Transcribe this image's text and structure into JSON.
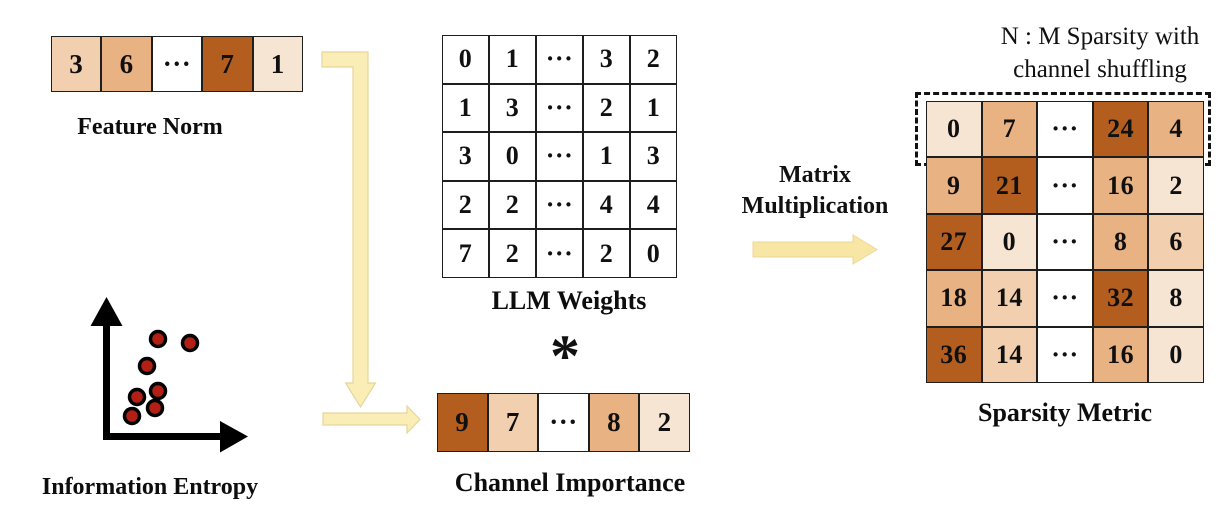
{
  "palette": {
    "dark": "#b35e1f",
    "medium": "#e9b283",
    "light": "#f2cfae",
    "xlight": "#f7e5d3",
    "white": "#ffffff",
    "arrow_yellow": "#faedb5",
    "arrow_yellow_deep": "#f8e6a4",
    "axis_black": "#000000",
    "dot_red": "#b22015",
    "border_black": "#1e1e1e"
  },
  "feature_norm": {
    "label": "Feature Norm",
    "cells": [
      [
        {
          "v": "3",
          "s": "light"
        },
        {
          "v": "6",
          "s": "medium"
        },
        {
          "v": "···",
          "s": "white"
        },
        {
          "v": "7",
          "s": "dark"
        },
        {
          "v": "1",
          "s": "xlight"
        }
      ]
    ]
  },
  "information_entropy": {
    "label": "Information Entropy",
    "points": 7
  },
  "llm_weights": {
    "label": "LLM Weights",
    "cells": [
      [
        {
          "v": "0",
          "s": "white"
        },
        {
          "v": "1",
          "s": "white"
        },
        {
          "v": "···",
          "s": "white"
        },
        {
          "v": "3",
          "s": "white"
        },
        {
          "v": "2",
          "s": "white"
        }
      ],
      [
        {
          "v": "1",
          "s": "white"
        },
        {
          "v": "3",
          "s": "white"
        },
        {
          "v": "···",
          "s": "white"
        },
        {
          "v": "2",
          "s": "white"
        },
        {
          "v": "1",
          "s": "white"
        }
      ],
      [
        {
          "v": "3",
          "s": "white"
        },
        {
          "v": "0",
          "s": "white"
        },
        {
          "v": "···",
          "s": "white"
        },
        {
          "v": "1",
          "s": "white"
        },
        {
          "v": "3",
          "s": "white"
        }
      ],
      [
        {
          "v": "2",
          "s": "white"
        },
        {
          "v": "2",
          "s": "white"
        },
        {
          "v": "···",
          "s": "white"
        },
        {
          "v": "4",
          "s": "white"
        },
        {
          "v": "4",
          "s": "white"
        }
      ],
      [
        {
          "v": "7",
          "s": "white"
        },
        {
          "v": "2",
          "s": "white"
        },
        {
          "v": "···",
          "s": "white"
        },
        {
          "v": "2",
          "s": "white"
        },
        {
          "v": "0",
          "s": "white"
        }
      ]
    ]
  },
  "operator": {
    "asterisk": "*"
  },
  "channel_importance": {
    "label": "Channel Importance",
    "cells": [
      [
        {
          "v": "9",
          "s": "dark"
        },
        {
          "v": "7",
          "s": "light"
        },
        {
          "v": "···",
          "s": "white"
        },
        {
          "v": "8",
          "s": "medium"
        },
        {
          "v": "2",
          "s": "xlight"
        }
      ]
    ]
  },
  "matrix_multiplication": {
    "line1": "Matrix",
    "line2": "Multiplication"
  },
  "sparsity_metric": {
    "title_line1": "N : M Sparsity with",
    "title_line2": "channel shuffling",
    "label": "Sparsity Metric",
    "cells": [
      [
        {
          "v": "0",
          "s": "xlight"
        },
        {
          "v": "7",
          "s": "medium"
        },
        {
          "v": "···",
          "s": "white"
        },
        {
          "v": "24",
          "s": "dark"
        },
        {
          "v": "4",
          "s": "medium"
        }
      ],
      [
        {
          "v": "9",
          "s": "medium"
        },
        {
          "v": "21",
          "s": "dark"
        },
        {
          "v": "···",
          "s": "white"
        },
        {
          "v": "16",
          "s": "medium"
        },
        {
          "v": "2",
          "s": "xlight"
        }
      ],
      [
        {
          "v": "27",
          "s": "dark"
        },
        {
          "v": "0",
          "s": "xlight"
        },
        {
          "v": "···",
          "s": "white"
        },
        {
          "v": "8",
          "s": "medium"
        },
        {
          "v": "6",
          "s": "light"
        }
      ],
      [
        {
          "v": "18",
          "s": "medium"
        },
        {
          "v": "14",
          "s": "light"
        },
        {
          "v": "···",
          "s": "white"
        },
        {
          "v": "32",
          "s": "dark"
        },
        {
          "v": "8",
          "s": "xlight"
        }
      ],
      [
        {
          "v": "36",
          "s": "dark"
        },
        {
          "v": "14",
          "s": "light"
        },
        {
          "v": "···",
          "s": "white"
        },
        {
          "v": "16",
          "s": "medium"
        },
        {
          "v": "0",
          "s": "xlight"
        }
      ]
    ]
  }
}
